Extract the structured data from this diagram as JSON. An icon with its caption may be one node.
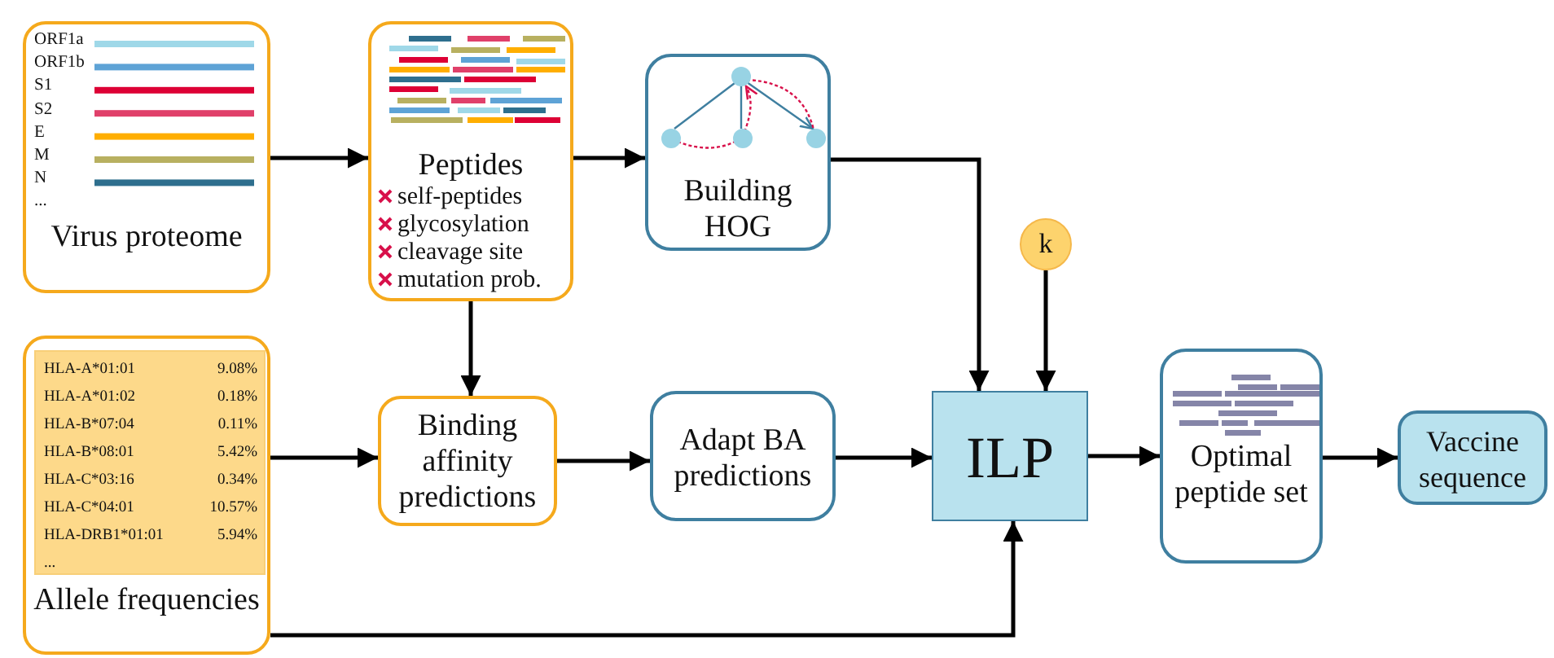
{
  "diagram": {
    "nodes": [
      {
        "text": [
          "Virus proteome"
        ]
      },
      {
        "text": [
          "Peptides",
          "self-peptides",
          "glycosylation",
          "cleavage site",
          "mutation prob."
        ]
      },
      {
        "text": [
          "Building HOG"
        ]
      },
      {
        "text": [
          "k"
        ]
      },
      {
        "text": [
          "Allele frequencies"
        ]
      },
      {
        "text": [
          "Binding affinity predictions"
        ]
      },
      {
        "text": [
          "Adapt BA predictions"
        ]
      },
      {
        "text": [
          "ILP"
        ]
      },
      {
        "text": [
          "Optimal peptide set"
        ]
      },
      {
        "text": [
          "Vaccine sequence"
        ]
      }
    ],
    "edges": [
      {
        "from": 0,
        "to": 1,
        "arrow": "to"
      },
      {
        "from": 1,
        "to": 2,
        "arrow": "to"
      },
      {
        "from": 2,
        "to": 7,
        "arrow": "to"
      },
      {
        "from": 3,
        "to": 7,
        "arrow": "to"
      },
      {
        "from": 1,
        "to": 5,
        "arrow": "to"
      },
      {
        "from": 4,
        "to": 5,
        "arrow": "to"
      },
      {
        "from": 5,
        "to": 6,
        "arrow": "to"
      },
      {
        "from": 6,
        "to": 7,
        "arrow": "to"
      },
      {
        "from": 4,
        "to": 7,
        "arrow": "to"
      },
      {
        "from": 7,
        "to": 8,
        "arrow": "to"
      },
      {
        "from": 8,
        "to": 9,
        "arrow": "to"
      }
    ],
    "labels": [
      "ORF1a",
      "ORF1b",
      "S1",
      "S2",
      "E",
      "M",
      "N",
      "...",
      "HLA-A*01:01",
      "9.08%",
      "HLA-A*01:02",
      "0.18%",
      "HLA-B*07:04",
      "0.11%",
      "HLA-B*08:01",
      "5.42%",
      "HLA-C*03:16",
      "0.34%",
      "HLA-C*04:01",
      "10.57%",
      "HLA-DRB1*01:01",
      "5.94%",
      "..."
    ]
  }
}
